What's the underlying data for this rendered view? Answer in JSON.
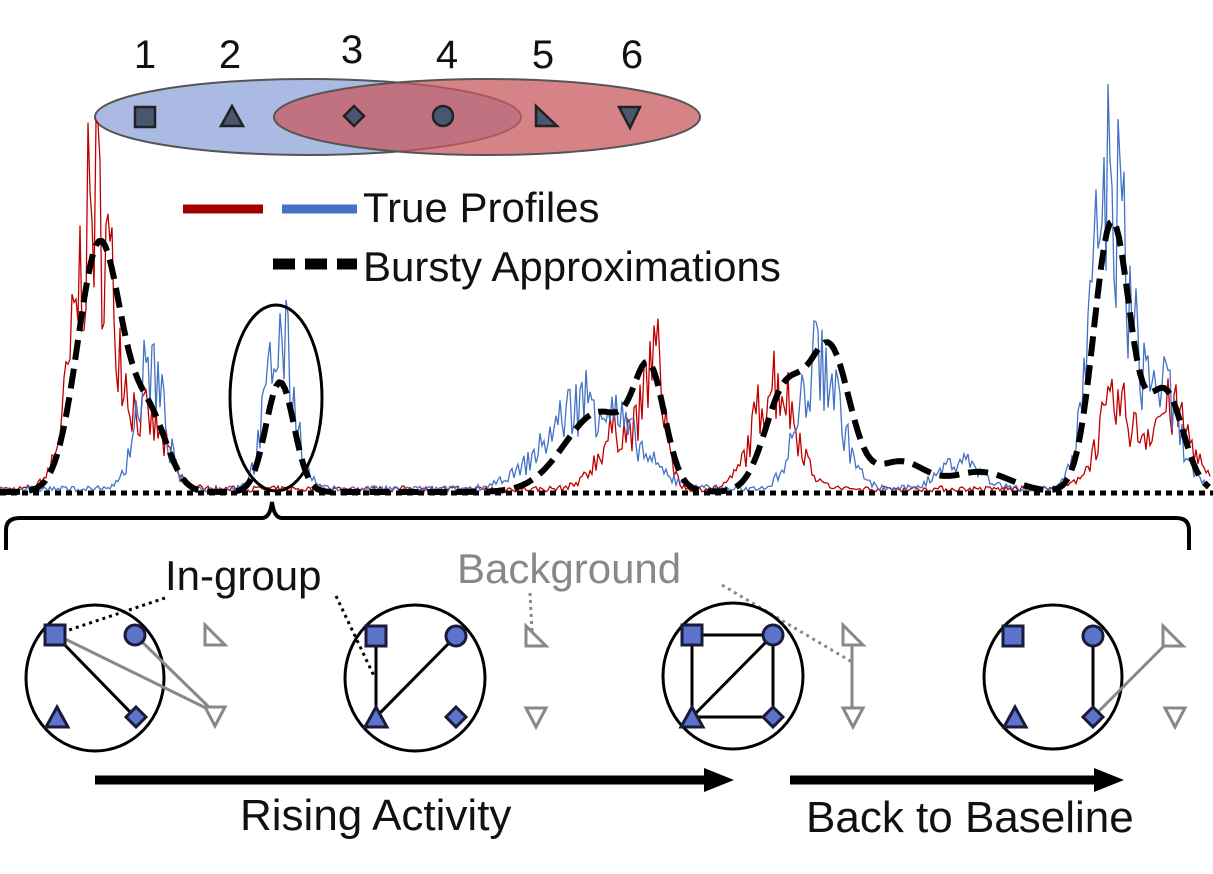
{
  "nodes": {
    "labels": [
      "1",
      "2",
      "3",
      "4",
      "5",
      "6"
    ],
    "shapes": [
      "square",
      "triangle-up",
      "diamond",
      "circle",
      "right-triangle",
      "triangle-down"
    ]
  },
  "groups": [
    {
      "members": [
        "1",
        "2",
        "3",
        "4"
      ],
      "color": "#8fa3d9"
    },
    {
      "members": [
        "3",
        "4",
        "5",
        "6"
      ],
      "color": "#c85a60"
    }
  ],
  "legend": {
    "true_profiles": "True Profiles",
    "bursty": "Bursty Approximations",
    "colors": {
      "red": "#a50000",
      "blue": "#4472c4",
      "approx": "#000000"
    }
  },
  "annotations": {
    "in_group": "In-group",
    "background": "Background",
    "rising": "Rising Activity",
    "baseline": "Back to Baseline"
  },
  "colors": {
    "node_fill": "#5b73c8",
    "node_stroke": "#1a1a3a",
    "background_gray": "#888888",
    "group1_fill": "#8fa3d9",
    "group2_fill": "#c85a60"
  }
}
